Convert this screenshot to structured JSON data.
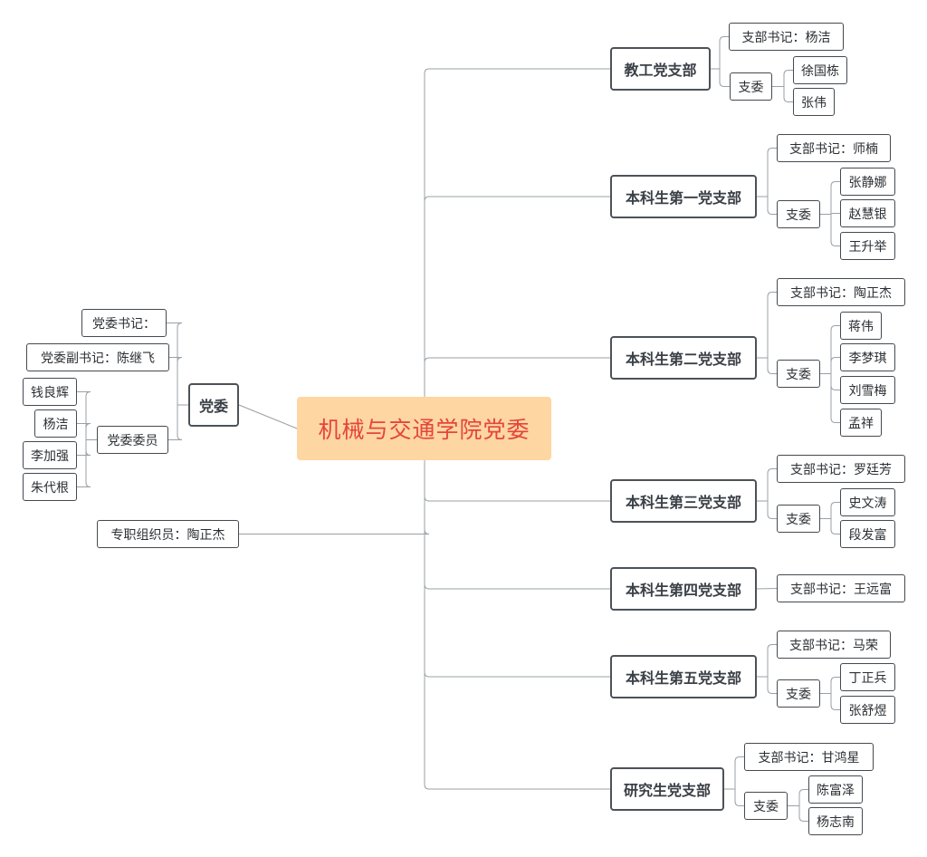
{
  "colors": {
    "root_fill": "#fdd6a1",
    "root_text": "#e5453d",
    "line": "#9aa0a6",
    "border": "#444a50"
  },
  "root": {
    "label": "机械与交通学院党委"
  },
  "left": {
    "committee": {
      "label": "党委",
      "secretary": "党委书记：",
      "deputy_secretary": "党委副书记：陈继飞",
      "members": {
        "label": "党委委员",
        "people": [
          "钱良辉",
          "杨洁",
          "李加强",
          "朱代根"
        ]
      }
    },
    "organizer": "专职组织员：陶正杰"
  },
  "branches": [
    {
      "name": "教工党支部",
      "secretary": "支部书记：杨洁",
      "committee_label": "支委",
      "committee": [
        "徐国栋",
        "张伟"
      ]
    },
    {
      "name": "本科生第一党支部",
      "secretary": "支部书记：师楠",
      "committee_label": "支委",
      "committee": [
        "张静娜",
        "赵慧银",
        "王升举"
      ]
    },
    {
      "name": "本科生第二党支部",
      "secretary": "支部书记：陶正杰",
      "committee_label": "支委",
      "committee": [
        "蒋伟",
        "李梦琪",
        "刘雪梅",
        "孟祥"
      ]
    },
    {
      "name": "本科生第三党支部",
      "secretary": "支部书记：罗廷芳",
      "committee_label": "支委",
      "committee": [
        "史文涛",
        "段发富"
      ]
    },
    {
      "name": "本科生第四党支部",
      "secretary": "支部书记：王远富",
      "committee_label": "",
      "committee": []
    },
    {
      "name": "本科生第五党支部",
      "secretary": "支部书记：马荣",
      "committee_label": "支委",
      "committee": [
        "丁正兵",
        "张舒煜"
      ]
    },
    {
      "name": "研究生党支部",
      "secretary": "支部书记：甘鸿星",
      "committee_label": "支委",
      "committee": [
        "陈富泽",
        "杨志南"
      ]
    }
  ]
}
